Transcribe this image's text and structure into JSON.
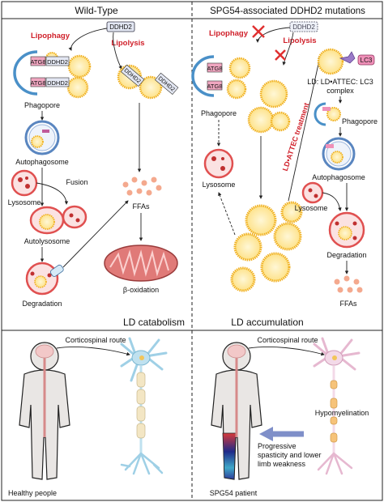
{
  "colors": {
    "red_label": "#d0202a",
    "droplet_fill": "#fde79b",
    "droplet_ring": "#f0b020",
    "lysosome_red": "#e05050",
    "autophagosome_blue": "#5a86c0",
    "protein_box": "#e3e7f3",
    "mito_fill": "#e07a78",
    "ffa_dot": "#f4a98e",
    "arrow_blue": "#7f8fc9",
    "body_fill": "#e9e6e4",
    "spine": "#d68a8a",
    "brain": "#f2c8c8",
    "neuron_healthy": "#bfe1ef",
    "neuron_patient": "#f3d9e8",
    "myelin": "#f3e6c4",
    "hypomyelin": "#f6c37a"
  },
  "panels": {
    "wild_type": {
      "title": "Wild-Type",
      "lipophagy": "Lipophagy",
      "lipolysis": "Lipolysis",
      "ddhd2": "DDHD2",
      "atg8": "ATG8",
      "phagopore": "Phagopore",
      "autophagosome": "Autophagosome",
      "fusion": "Fusion",
      "lysosome": "Lysosome",
      "autolysosome": "Autolysosome",
      "degradation": "Degradation",
      "ffas": "FFAs",
      "beta_oxidation": "β-oxidation",
      "catabolism": "LD catabolism"
    },
    "mutant": {
      "title": "SPG54-associated DDHD2 mutations",
      "lipophagy": "Lipophagy",
      "lipolysis": "Lipolysis",
      "ddhd2": "DDHD2",
      "atg8": "ATG8",
      "lc3": "LC3",
      "complex_line1": "LD: LD•ATTEC: LC3",
      "complex_line2": "complex",
      "phagopore_left": "Phagopore",
      "phagopore_right": "Phagopore",
      "lysosome_left": "Lysosome",
      "lysosome_right": "Lysosome",
      "autophagosome": "Autophagosome",
      "treatment": "LD•ATTEC treatment",
      "degradation": "Degradation",
      "ffas": "FFAs",
      "accumulation": "LD accumulation"
    },
    "healthy": {
      "route": "Corticospinal route",
      "caption": "Healthy people"
    },
    "patient": {
      "route": "Corticospinal route",
      "hypomyelination": "Hypomyelination",
      "symptoms_1": "Progressive",
      "symptoms_2": "spasticity and lower",
      "symptoms_3": "limb weakness",
      "caption": "SPG54 patient"
    }
  }
}
